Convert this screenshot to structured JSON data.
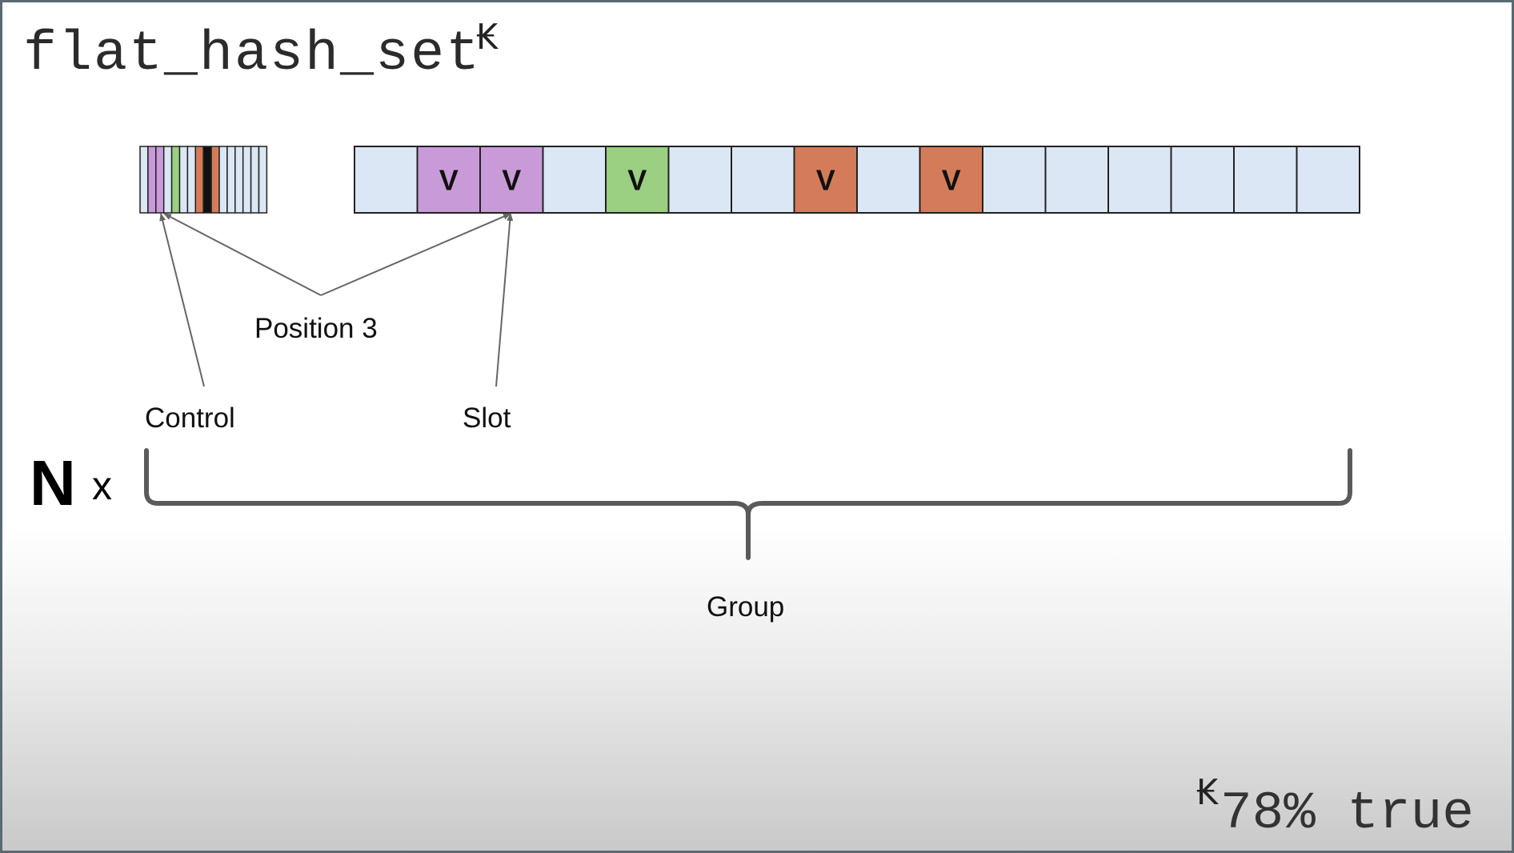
{
  "title": "flat_hash_set",
  "title_footnote_mark": "₭",
  "footnote": {
    "mark": "₭",
    "text": "78% true"
  },
  "labels": {
    "position": "Position 3",
    "control": "Control",
    "slot": "Slot",
    "n": "N",
    "times": "x",
    "group": "Group"
  },
  "colors": {
    "empty": "#dce7f5",
    "purple": "#c99ad8",
    "green": "#9bcf82",
    "orange": "#d47c5a",
    "control_full": "#111111",
    "outline": "#222222",
    "arrow": "#666666",
    "brace": "#5a5a5a"
  },
  "control_bytes": [
    "empty",
    "purple",
    "purple",
    "empty",
    "green",
    "empty",
    "empty",
    "orange",
    "full",
    "orange",
    "empty",
    "empty",
    "empty",
    "empty",
    "empty",
    "empty"
  ],
  "slots": [
    {
      "state": "empty",
      "value": ""
    },
    {
      "state": "purple",
      "value": "V"
    },
    {
      "state": "purple",
      "value": "V"
    },
    {
      "state": "empty",
      "value": ""
    },
    {
      "state": "green",
      "value": "V"
    },
    {
      "state": "empty",
      "value": ""
    },
    {
      "state": "empty",
      "value": ""
    },
    {
      "state": "orange",
      "value": "V"
    },
    {
      "state": "empty",
      "value": ""
    },
    {
      "state": "orange",
      "value": "V"
    },
    {
      "state": "empty",
      "value": ""
    },
    {
      "state": "empty",
      "value": ""
    },
    {
      "state": "empty",
      "value": ""
    },
    {
      "state": "empty",
      "value": ""
    },
    {
      "state": "empty",
      "value": ""
    },
    {
      "state": "empty",
      "value": ""
    }
  ]
}
